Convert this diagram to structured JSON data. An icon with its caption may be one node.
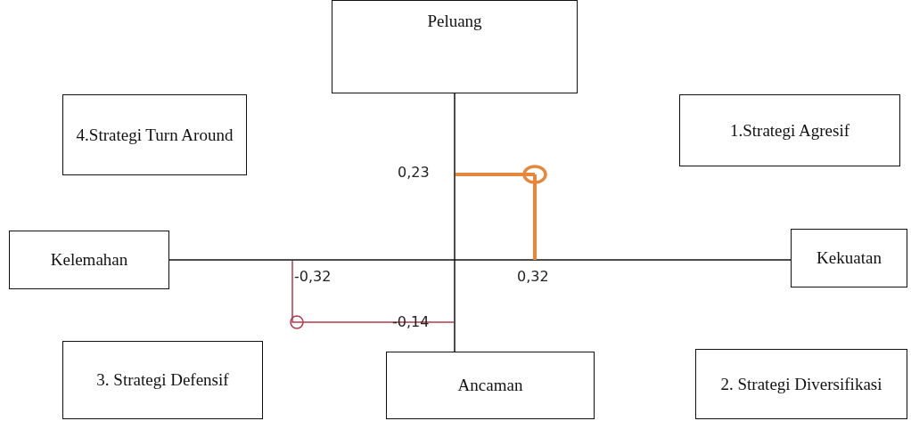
{
  "diagram": {
    "nodes": [
      {
        "text": [
          "Peluang"
        ]
      },
      {
        "text": [
          "4.Strategi Turn Around"
        ]
      },
      {
        "text": [
          "1.Strategi Agresif"
        ]
      },
      {
        "text": [
          "Kelemahan"
        ]
      },
      {
        "text": [
          "Kekuatan"
        ]
      },
      {
        "text": [
          "3. Strategi Defensif"
        ]
      },
      {
        "text": [
          "Ancaman"
        ]
      },
      {
        "text": [
          "2. Strategi Diversifikasi"
        ]
      }
    ],
    "edges": [
      {
        "from": 0,
        "to": 6,
        "arrow": "none"
      },
      {
        "from": 3,
        "to": 4,
        "arrow": "none"
      }
    ],
    "labels": [
      "0,23",
      "-0,32",
      "0,32",
      "-0,14"
    ]
  }
}
